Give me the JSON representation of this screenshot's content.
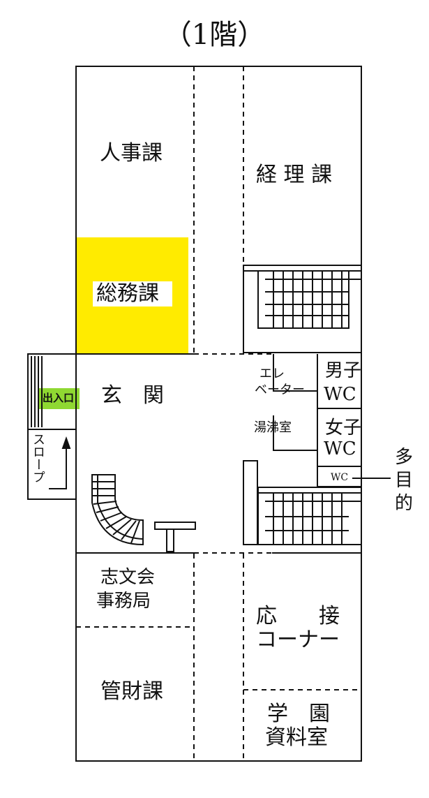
{
  "title": "（1階）",
  "rooms": {
    "jinji": "人事課",
    "keiri": "経 理 課",
    "somu": "総務課",
    "genkan": "玄　関",
    "entrance": "出入口",
    "slope": "スロープ",
    "elevator_1": "エレ",
    "elevator_2": "ベーター",
    "men_wc_1": "男子",
    "men_wc_2": "WC",
    "kettle": "湯沸室",
    "women_wc_1": "女子",
    "women_wc_2": "WC",
    "mp_wc": "WC",
    "mp_label_1": "多",
    "mp_label_2": "目",
    "mp_label_3": "的",
    "shibun_1": "志文会",
    "shibun_2": "事務局",
    "kanzai": "管財課",
    "reception_1": "応　　接",
    "reception_2": "コーナー",
    "gakuen_1": "学　園",
    "gakuen_2": "資料室"
  },
  "colors": {
    "highlight_somu": "#ffeb00",
    "highlight_entrance": "#8fd832"
  }
}
